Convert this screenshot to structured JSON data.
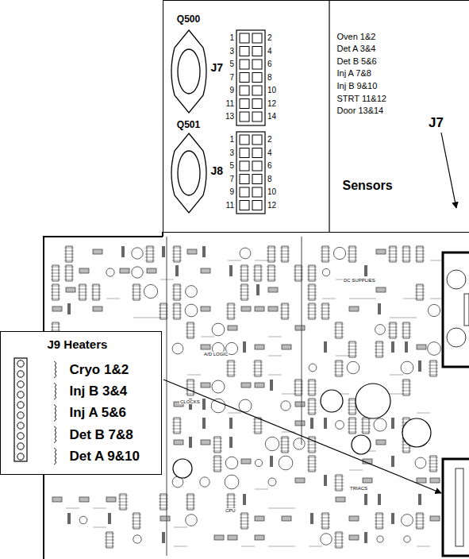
{
  "diagram": {
    "nodes": [
      {
        "text": [
          "Q500",
          "J7",
          "Q501",
          "J8",
          "Oven 1&2",
          "Det A 3&4",
          "Det B 5&6",
          "Inj A 7&8",
          "Inj B 9&10",
          "STRT 11&12",
          "Door 13&14",
          "Sensors"
        ]
      },
      {
        "text": [
          "J9 Heaters",
          "Cryo 1&2",
          "Inj B 3&4",
          "Inj A 5&6",
          "Det B 7&8",
          "Det A 9&10"
        ]
      }
    ],
    "labels": [
      "1",
      "2",
      "3",
      "4",
      "5",
      "6",
      "7",
      "8",
      "9",
      "10",
      "11",
      "12",
      "13",
      "14",
      "1",
      "2",
      "3",
      "4",
      "5",
      "6",
      "7",
      "8",
      "9",
      "10",
      "11",
      "12",
      "J7",
      "DC SUPPLIES",
      "A/D LOGIC",
      "CLOCKS",
      "CPU",
      "TRIACS"
    ]
  }
}
